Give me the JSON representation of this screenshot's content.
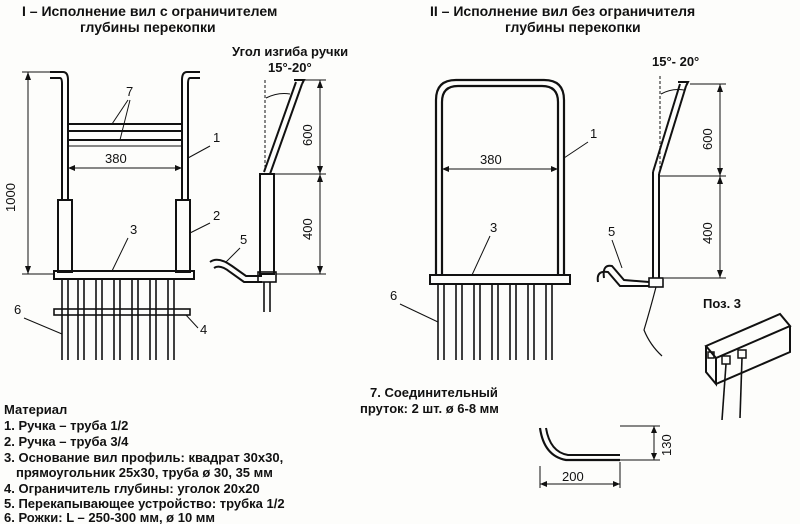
{
  "titles": {
    "section1_line1": "I – Исполнение вил с ограничителем",
    "section1_line2": "глубины перекопки",
    "section2_line1": "II – Исполнение вил без ограничителя",
    "section2_line2": "глубины перекопки"
  },
  "angle": {
    "caption": "Угол изгиба ручки",
    "value_left": "15°-20°",
    "value_right": "15°- 20°"
  },
  "dimensions": {
    "width_left": "380",
    "width_right": "380",
    "height_left": "1000",
    "upper_left": "600",
    "lower_left": "400",
    "upper_right": "600",
    "lower_right": "400",
    "hook_height": "130",
    "hook_length": "200"
  },
  "callouts": {
    "n1": "1",
    "n2": "2",
    "n3": "3",
    "n4": "4",
    "n5": "5",
    "n6": "6",
    "n7": "7",
    "r1": "1",
    "r3": "3",
    "r5": "5",
    "r6": "6"
  },
  "pos3": {
    "label": "Поз. 3"
  },
  "connector": {
    "line1": "7. Соединительный",
    "line2": "пруток: 2 шт. ø 6-8 мм"
  },
  "materials": {
    "heading": "Материал",
    "items": [
      "1. Ручка – труба 1/2",
      "2. Ручка – труба 3/4",
      "3. Основание вил профиль: квадрат 30х30,",
      "прямоугольник 25х30, труба ø 30, 35 мм",
      "4. Ограничитель глубины: уголок 20х20",
      "5. Перекапывающее устройство: трубка 1/2",
      "6. Рожки: L – 250-300 мм, ø 10 мм"
    ]
  }
}
